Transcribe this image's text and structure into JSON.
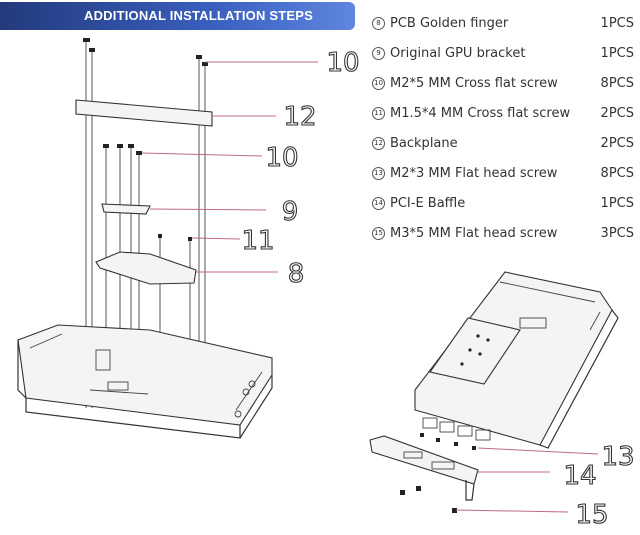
{
  "header": {
    "title": "ADDITIONAL INSTALLATION STEPS"
  },
  "parts": [
    {
      "num": "8",
      "name": "PCB Golden finger",
      "qty": "1PCS"
    },
    {
      "num": "9",
      "name": "Original GPU bracket",
      "qty": "1PCS"
    },
    {
      "num": "10",
      "name": "M2*5 MM Cross flat screw",
      "qty": "8PCS"
    },
    {
      "num": "11",
      "name": "M1.5*4 MM Cross flat screw",
      "qty": "2PCS"
    },
    {
      "num": "12",
      "name": "Backplane",
      "qty": "2PCS"
    },
    {
      "num": "13",
      "name": "M2*3 MM Flat head screw",
      "qty": "8PCS"
    },
    {
      "num": "14",
      "name": "PCI-E  Baffle",
      "qty": "1PCS"
    },
    {
      "num": "15",
      "name": "M3*5 MM Flat head screw",
      "qty": "3PCS"
    }
  ],
  "callouts": {
    "c10a": "10",
    "c12": "12",
    "c10b": "10",
    "c9": "9",
    "c11": "11",
    "c8": "8",
    "c13": "13",
    "c14": "14",
    "c15": "15"
  }
}
